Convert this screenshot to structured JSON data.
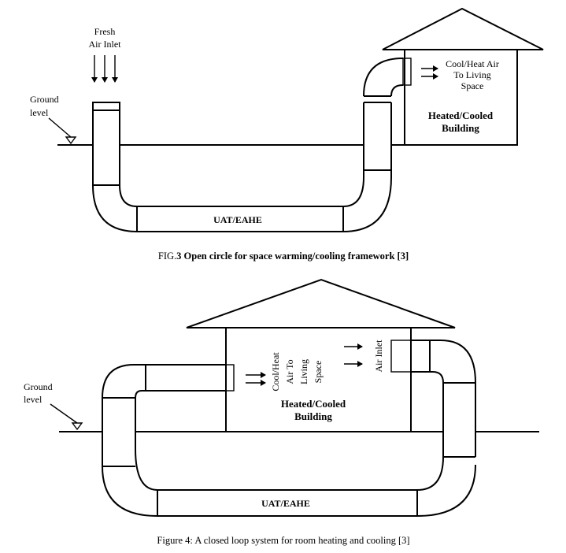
{
  "figure3": {
    "fresh_air_line1": "Fresh",
    "fresh_air_line2": "Air Inlet",
    "ground_line1": "Ground",
    "ground_line2": "level",
    "outlet_line1": "Cool/Heat Air",
    "outlet_line2": "To Living",
    "outlet_line3": "Space",
    "building_line1": "Heated/Cooled",
    "building_line2": "Building",
    "pipe_label": "UAT/EAHE",
    "caption_prefix": "FIG.",
    "caption_bold": "3 Open circle for space warming/cooling framework [3]"
  },
  "figure4": {
    "ground_line1": "Ground",
    "ground_line2": "level",
    "outlet_line1": "Cool/Heat",
    "outlet_line2": "Air To",
    "outlet_line3": "Living",
    "outlet_line4": "Space",
    "air_inlet": "Air Inlet",
    "building_line1": "Heated/Cooled",
    "building_line2": "Building",
    "pipe_label": "UAT/EAHE",
    "caption": "Figure 4: A closed loop system for room heating and cooling [3]"
  }
}
